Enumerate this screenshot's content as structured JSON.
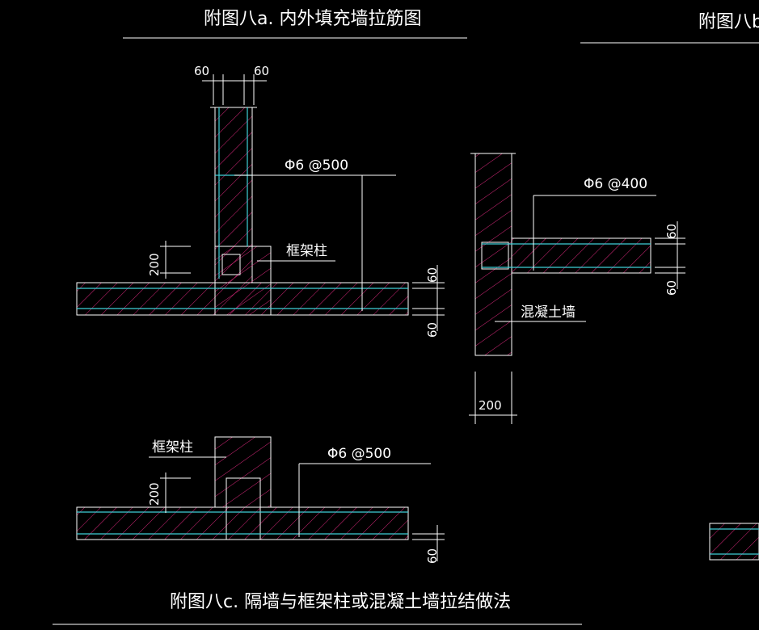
{
  "titles": {
    "a": "附图八a. 内外填充墙拉筋图",
    "b": "附图八b.",
    "c": "附图八c. 隔墙与框架柱或混凝土墙拉结做法"
  },
  "labels": {
    "rebar_a": "Φ6 @500",
    "rebar_b": "Φ6 @400",
    "rebar_c": "Φ6 @500",
    "frame_column_a": "框架柱",
    "frame_column_c": "框架柱",
    "concrete_wall": "混凝土墙"
  },
  "dims": {
    "a_top_left": "60",
    "a_top_right": "60",
    "a_200": "200",
    "a_right_60_top": "60",
    "a_right_60_bottom": "60",
    "b_60_top": "60",
    "b_60_bottom": "60",
    "b_200": "200",
    "c_200": "200",
    "c_60": "60"
  },
  "colors": {
    "background": "#000000",
    "wall_outline": "#ffffff",
    "rebar": "#3fd0d8",
    "hatch": "#d6287a"
  }
}
